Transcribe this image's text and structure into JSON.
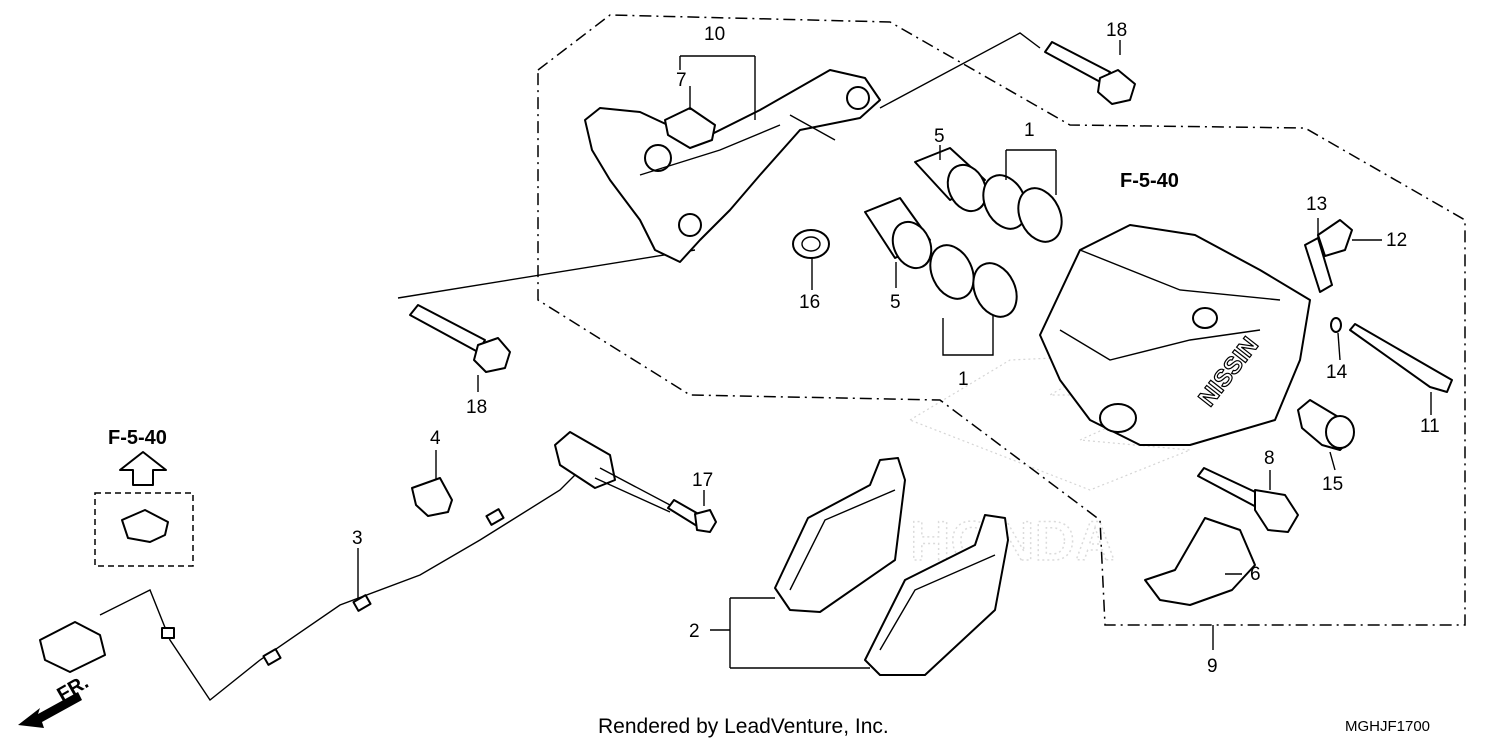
{
  "callouts": {
    "c1a": "1",
    "c1b": "1",
    "c2": "2",
    "c3": "3",
    "c4": "4",
    "c5a": "5",
    "c5b": "5",
    "c6": "6",
    "c7": "7",
    "c8": "8",
    "c9": "9",
    "c10": "10",
    "c11": "11",
    "c12": "12",
    "c13": "13",
    "c14": "14",
    "c15": "15",
    "c16": "16",
    "c17": "17",
    "c18a": "18",
    "c18b": "18"
  },
  "references": {
    "ref_top": "F-5-40",
    "ref_left": "F-5-40"
  },
  "caliper_brand": "NISSIN",
  "watermark": "HONDA",
  "front_marker": "FR.",
  "footer": {
    "credit": "Rendered by LeadVenture, Inc.",
    "code": "MGHJF1700"
  }
}
